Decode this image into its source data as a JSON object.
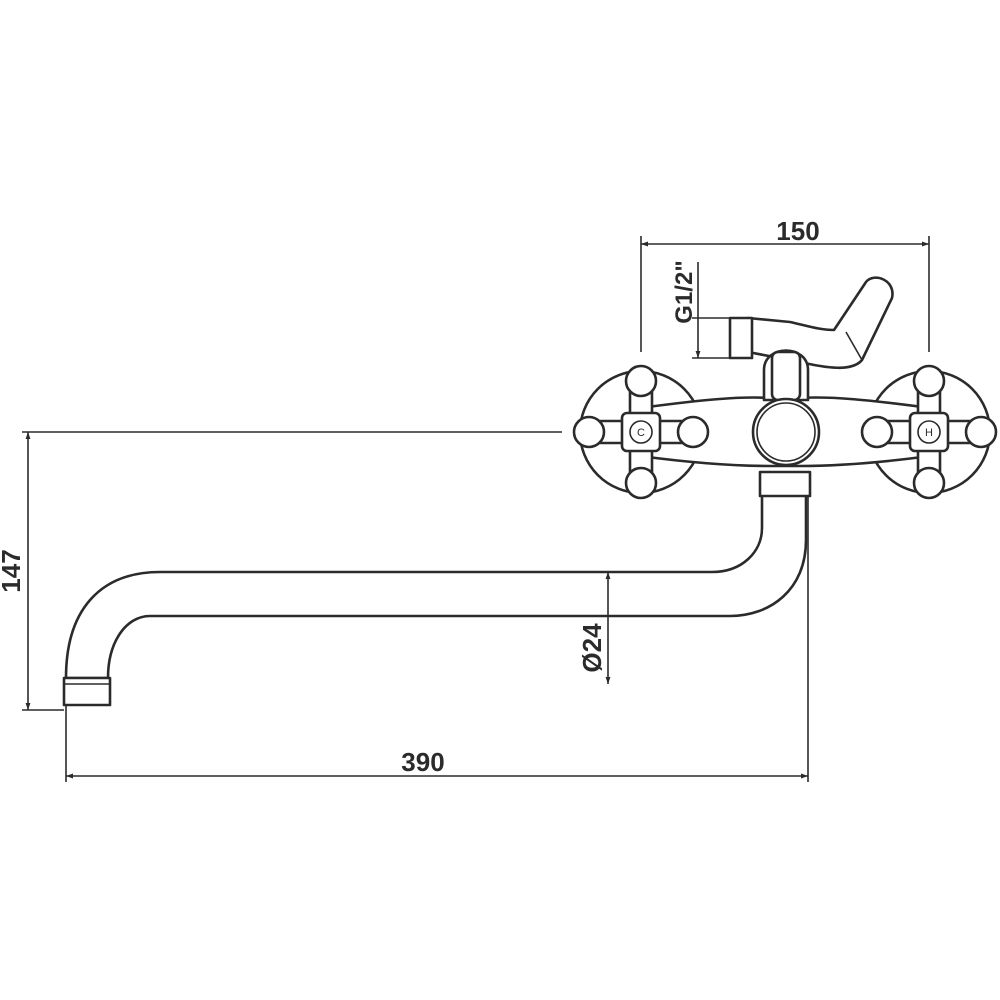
{
  "dimensions": {
    "center_distance": "150",
    "thread": "G1/2\"",
    "height": "147",
    "length": "390",
    "diameter": "Ø24"
  },
  "handles": {
    "cold_letter": "C",
    "hot_letter": "H"
  },
  "colors": {
    "line": "#2b2b2b",
    "background": "#ffffff"
  }
}
